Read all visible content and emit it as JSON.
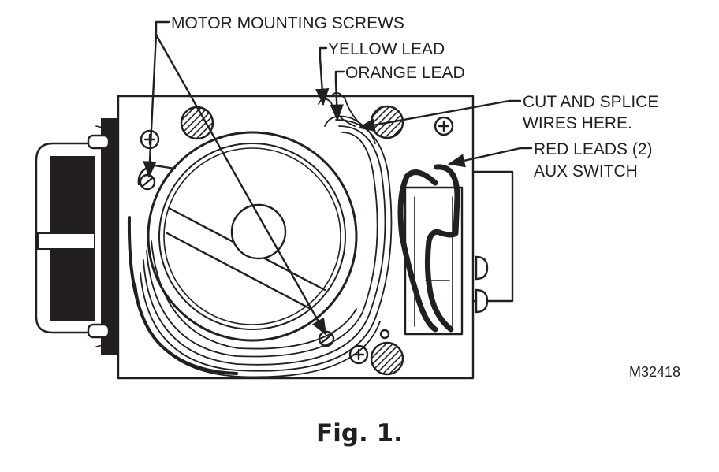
{
  "labels": {
    "motor_mounting_screws": "MOTOR MOUNTING SCREWS",
    "yellow_lead": "YELLOW LEAD",
    "orange_lead": "ORANGE LEAD",
    "cut_and_splice_line1": "CUT AND SPLICE",
    "cut_and_splice_line2": "WIRES HERE.",
    "red_leads_line1": "RED LEADS (2)",
    "red_leads_line2": "AUX SWITCH"
  },
  "drawing_code": "M32418",
  "caption": "Fig. 1.",
  "colors": {
    "ink": "#231f20",
    "background": "#ffffff"
  }
}
